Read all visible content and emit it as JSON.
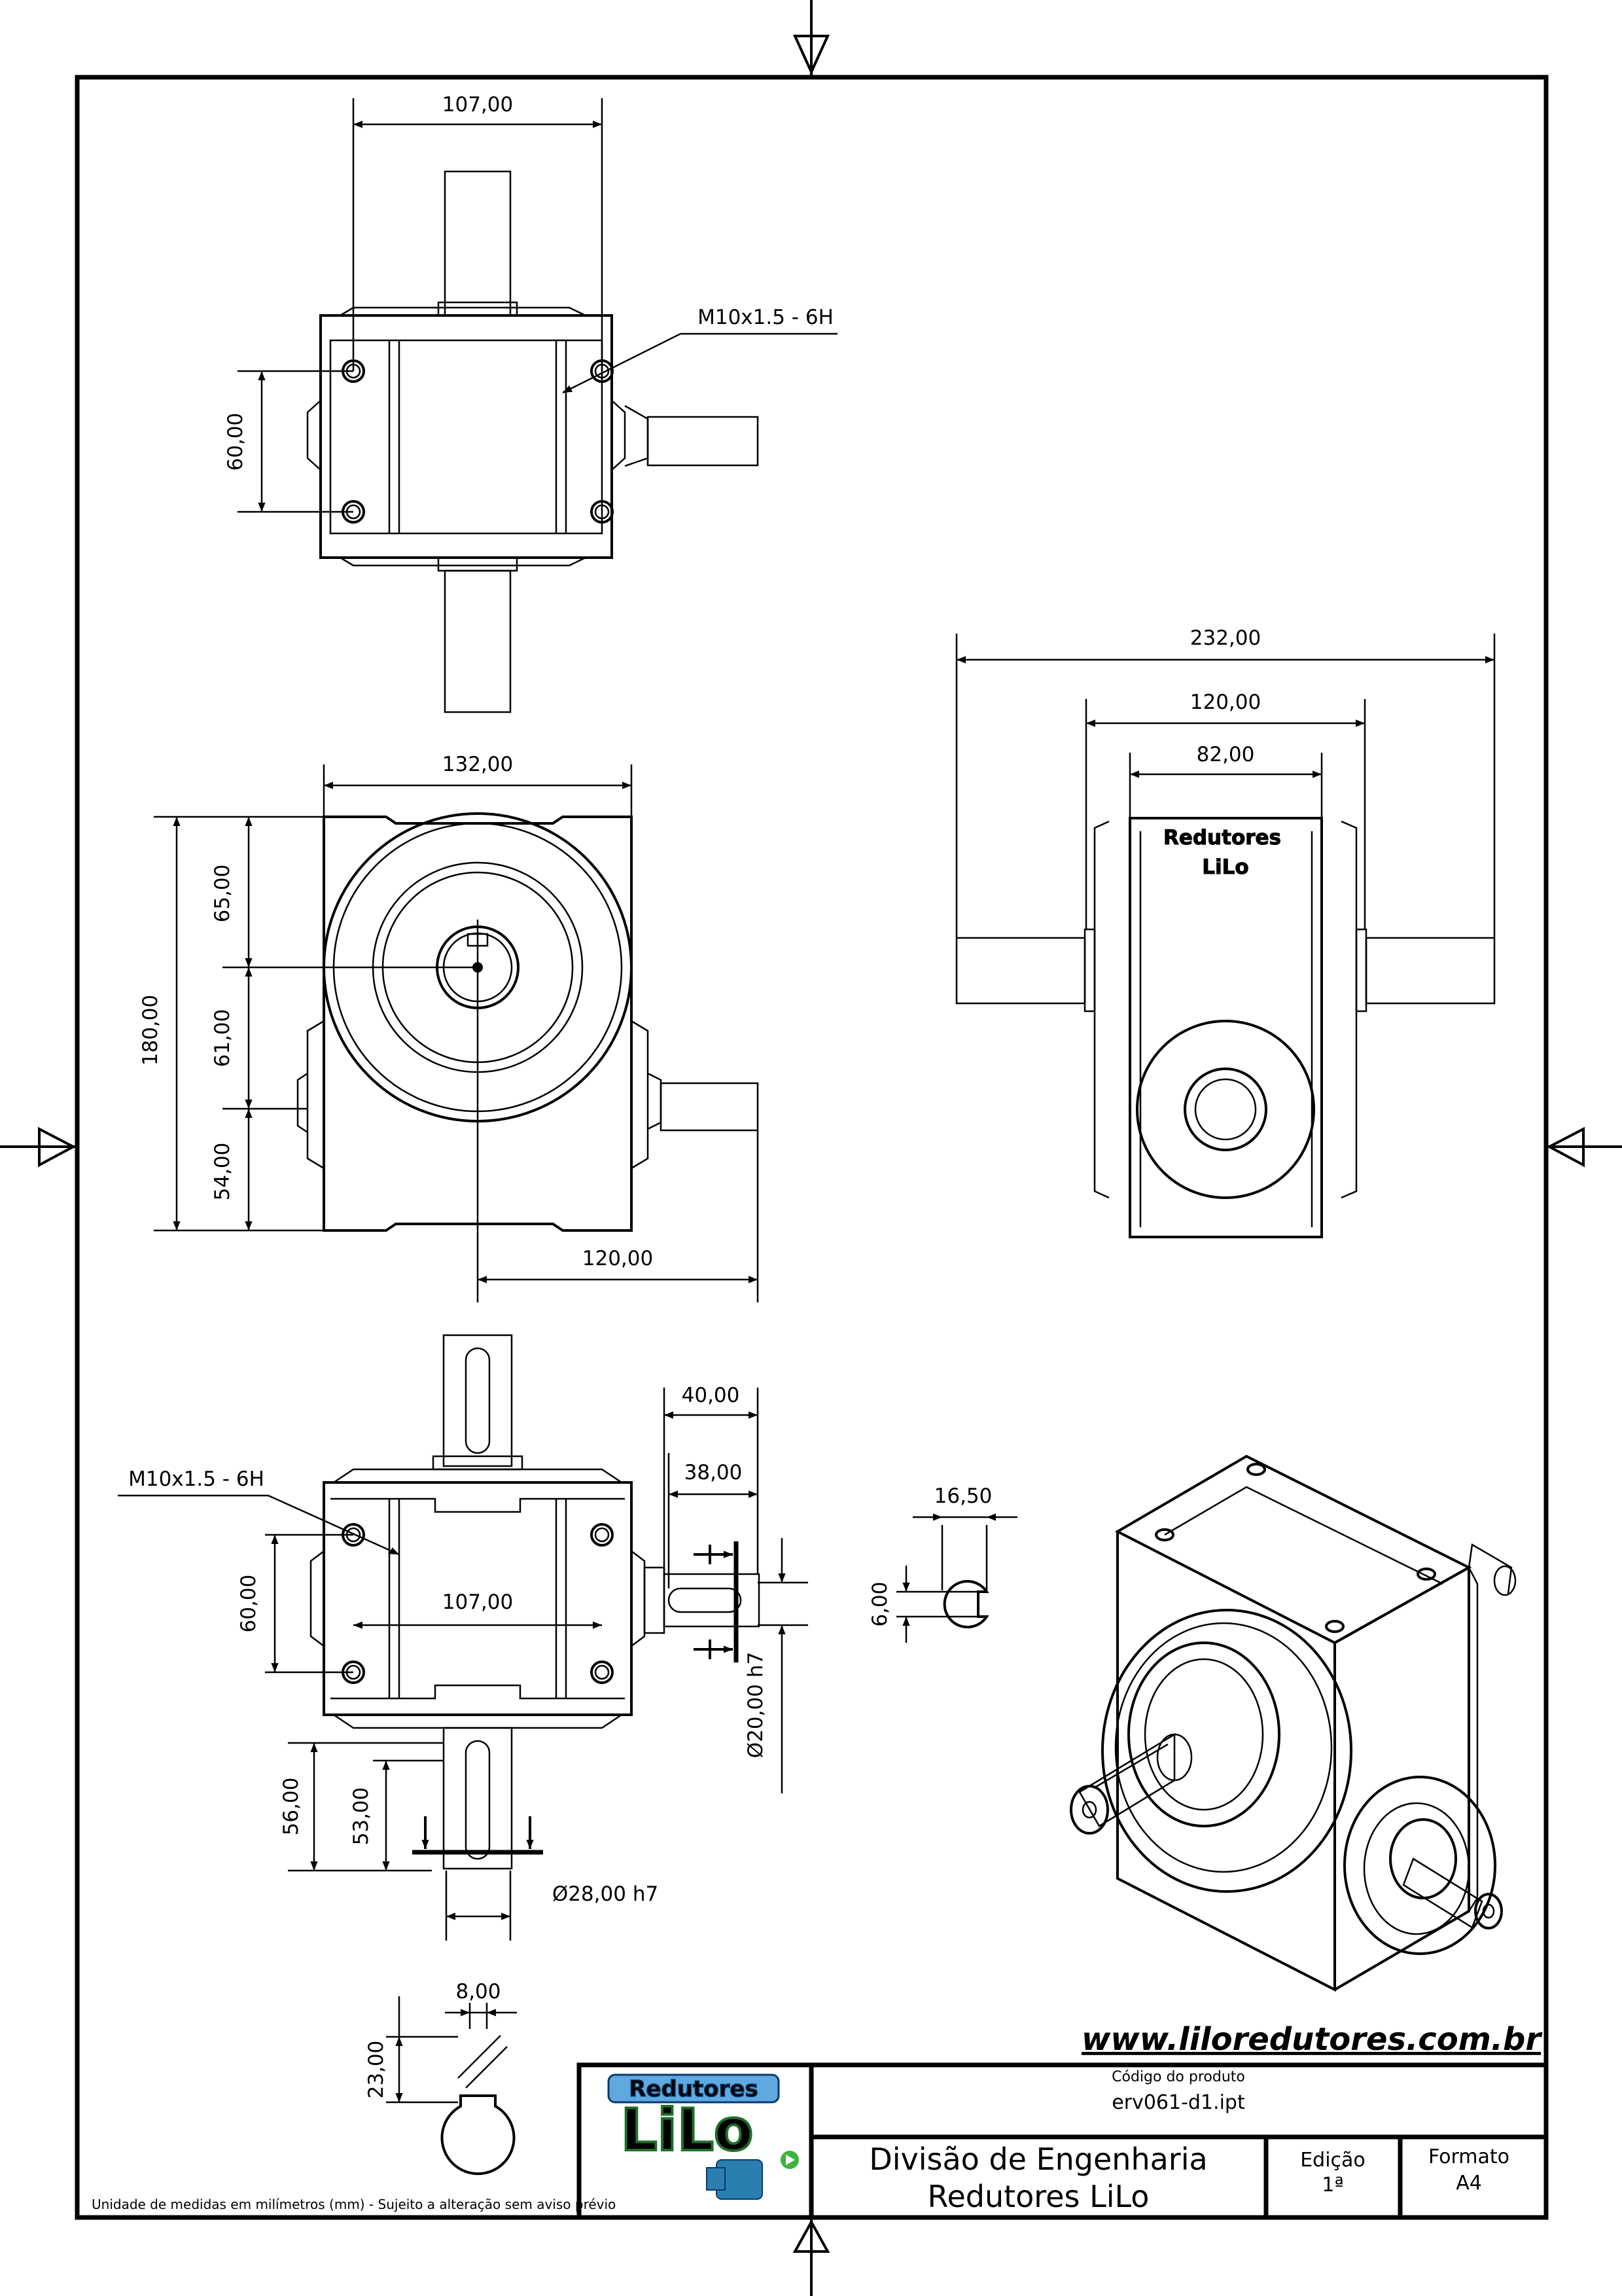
{
  "dimensions": {
    "top_width": "107,00",
    "top_thread": "M10x1.5 - 6H",
    "top_height": "60,00",
    "front_width": "132,00",
    "front_total_height": "180,00",
    "front_upper": "65,00",
    "front_middle": "61,00",
    "front_lower": "54,00",
    "front_shaft_reach": "120,00",
    "side_overall": "232,00",
    "side_body": "120,00",
    "side_inner": "82,00",
    "bottom_shaft_len": "40,00",
    "bottom_shaft_key": "38,00",
    "bottom_thread": "M10x1.5 - 6H",
    "bottom_height": "60,00",
    "bottom_width": "107,00",
    "small_shaft_dia": "Ø20,00 h7",
    "large_shaft_dia": "Ø28,00 h7",
    "large_shaft_len": "56,00",
    "large_shaft_key": "53,00",
    "small_key_width": "16,50",
    "small_key_depth": "6,00",
    "large_key_width": "8,00",
    "large_key_depth": "23,00"
  },
  "nameplate": {
    "line1": "Redutores",
    "line2": "LiLo"
  },
  "footer": {
    "website": "www.liloredutores.com.br",
    "units_note": "Unidade de medidas em milímetros (mm) - Sujeito a alteração sem aviso prévio"
  },
  "title_block": {
    "logo_line1": "Redutores",
    "logo_line2": "LiLo",
    "code_label": "Código do produto",
    "code_value": "erv061-d1.ipt",
    "division_line1": "Divisão de Engenharia",
    "division_line2": "Redutores LiLo",
    "edition_label": "Edição",
    "edition_value": "1ª",
    "format_label": "Formato",
    "format_value": "A4"
  },
  "colors": {
    "line": "#000000",
    "logo_fill": "#5fa8e0",
    "logo_text": "#1f6f2a",
    "motor": "#2a7fb0",
    "play": "#3fb23f"
  }
}
